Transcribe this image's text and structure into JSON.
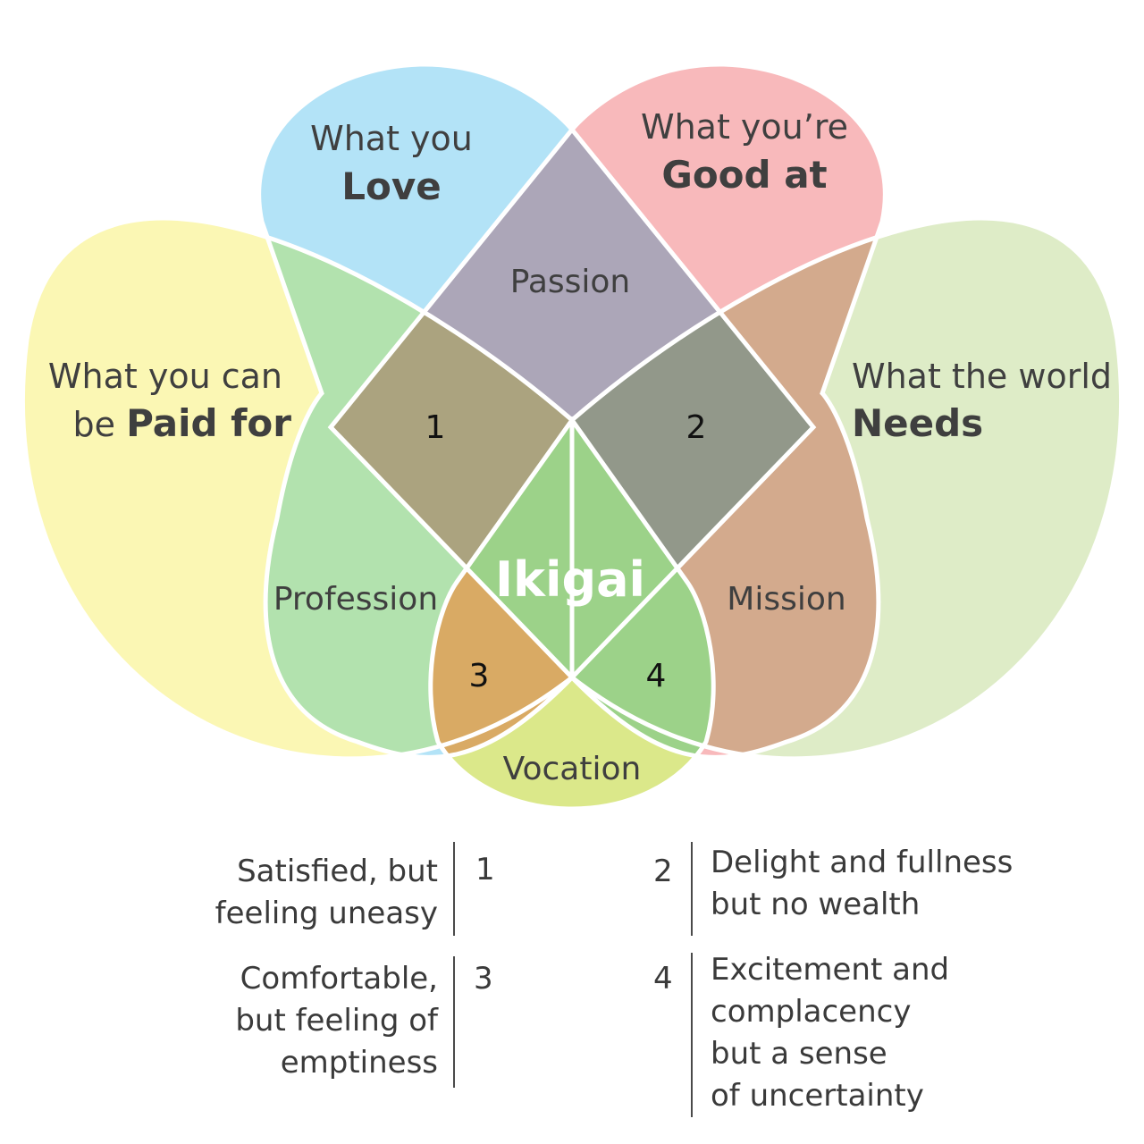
{
  "colors": {
    "paid": "#fbf7b4",
    "needs": "#deecc7",
    "love": "#b3e3f7",
    "good": "#f8b9bb",
    "passion": "#aca6b8",
    "one": "#aba37f",
    "two": "#92988a",
    "ikigai": "#96995f",
    "profession": "#f8b884",
    "mission": "#9bd5be",
    "three": "#d9aa64",
    "four": "#9cd289",
    "vocation": "#dbe88a",
    "love_paid": "#b2e2ae",
    "good_needs": "#d3aa8d",
    "outline": "#ffffff"
  },
  "circles": {
    "love": {
      "line1": "What you",
      "line2": "Love"
    },
    "good": {
      "line1": "What you’re",
      "line2": "Good at"
    },
    "paid": {
      "line1": "What you can",
      "line2_prefix": "be ",
      "line2": "Paid for"
    },
    "needs": {
      "line1": "What the world",
      "line2": "Needs"
    }
  },
  "regions": {
    "passion": "Passion",
    "profession": "Profession",
    "mission": "Mission",
    "vocation": "Vocation",
    "ikigai": "Ikigai",
    "one": "1",
    "two": "2",
    "three": "3",
    "four": "4"
  },
  "legend": [
    {
      "num": "1",
      "text": "Satisfied, but\nfeeling uneasy"
    },
    {
      "num": "2",
      "text": "Delight and fullness\nbut no wealth"
    },
    {
      "num": "3",
      "text": "Comfortable,\nbut feeling of\nemptiness"
    },
    {
      "num": "4",
      "text": "Excitement and\ncomplacency\nbut a sense\nof uncertainty"
    }
  ]
}
